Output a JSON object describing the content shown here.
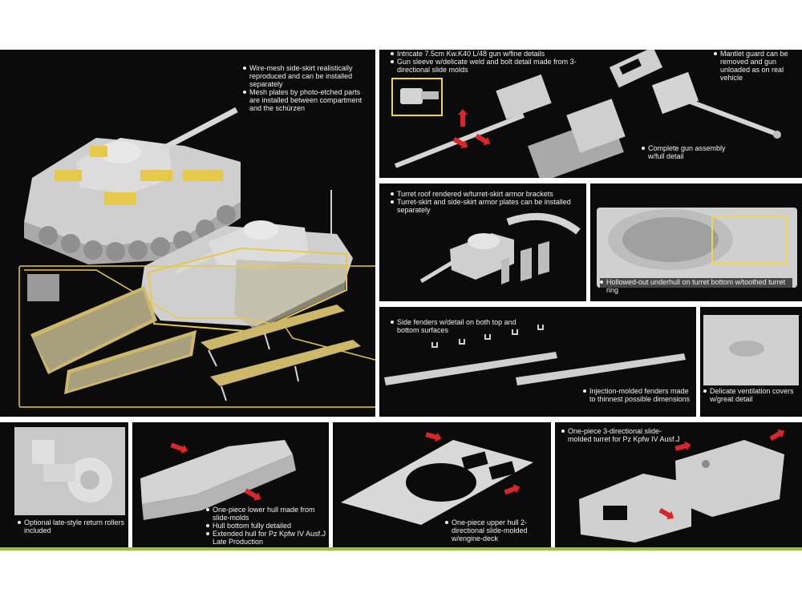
{
  "colors": {
    "panel": "#0b0b0b",
    "part": "#d4d4d4",
    "etch": "#e6c94a",
    "highlight": "#f0d64a",
    "arrow": "#d8262a",
    "accent_bar": "#9bbf3a",
    "text": "#f2f2f2"
  },
  "panels": {
    "schurzen": {
      "bullets": [
        "Wire-mesh side-skirt realistically reproduced and can be installed separately",
        "Mesh plates by photo-etched parts are installed between compartment and the schürzen"
      ]
    },
    "gun": {
      "bullets": [
        "Intricate 7.5cm Kw.K40 L/48 gun w/fine details",
        "Gun sleeve w/delicate weld and bolt detail made from 3-directional slide molds"
      ],
      "mantlet": "Mantlet guard can be removed and gun unloaded as on real vehicle",
      "assembly": "Complete gun assembly w/full detail"
    },
    "turret_roof": {
      "bullets": [
        "Turret roof rendered w/turret-skirt armor brackets",
        "Turret-skirt and side-skirt armor plates can be installed separately"
      ]
    },
    "turret_ring": {
      "bullet": "Hollowed-out underhull on turret bottom w/toothed turret ring"
    },
    "fenders": {
      "bullet": "Side fenders w/detail on both top and bottom surfaces",
      "note": "Injection-molded fenders made to thinnest possible dimensions"
    },
    "casting": {
      "bullet": "Delicate ventilation covers w/great detail"
    },
    "rollers": {
      "bullet": "Optional late-style return rollers included"
    },
    "lower_hull": {
      "bullets": [
        "One-piece lower hull made from slide-molds",
        "Hull bottom fully detailed",
        "Extended hull for Pz Kpfw IV Ausf.J Late Production"
      ]
    },
    "upper_hull": {
      "bullet": "One-piece upper hull 2-directional slide-molded w/engine-deck"
    },
    "turret": {
      "bullet": "One-piece 3-directional slide-molded turret for Pz Kpfw IV Ausf.J"
    }
  }
}
